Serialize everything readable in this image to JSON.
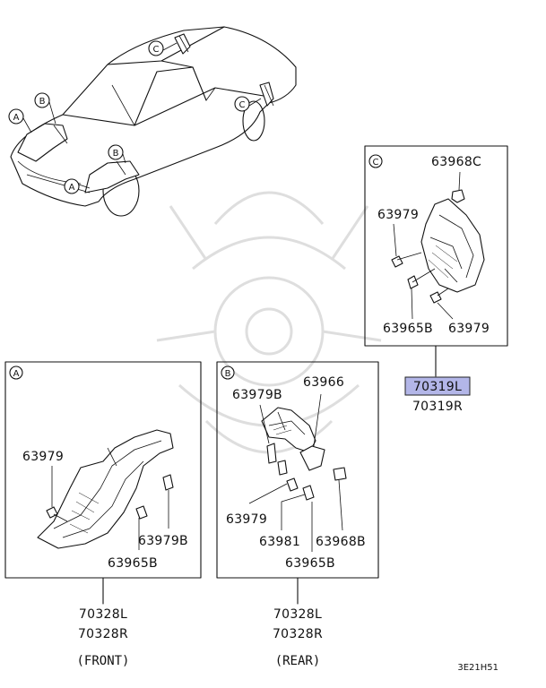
{
  "diagram_code": "3E21H51",
  "car_callouts": [
    "A",
    "B",
    "C",
    "A",
    "B",
    "C"
  ],
  "panel_c": {
    "badge": "C",
    "labels": [
      "63968C",
      "63979",
      "63965B",
      "63979"
    ],
    "part_number_highlighted": "70319L",
    "part_number_alt": "70319R"
  },
  "panel_a": {
    "badge": "A",
    "labels": [
      "63979",
      "63979B",
      "63965B"
    ],
    "part_numbers": [
      "70328L",
      "70328R"
    ],
    "caption": "(FRONT)"
  },
  "panel_b": {
    "badge": "B",
    "labels": [
      "63979B",
      "63966",
      "63979",
      "63981",
      "63968B",
      "63965B"
    ],
    "part_numbers": [
      "70328L",
      "70328R"
    ],
    "caption": "(REAR)"
  },
  "colors": {
    "highlight": "#b3b6e8",
    "ink": "#111111",
    "watermark": "#dedede"
  }
}
